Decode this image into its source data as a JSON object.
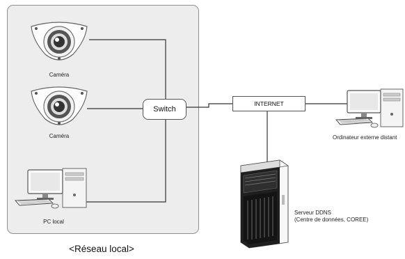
{
  "diagram": {
    "lan_caption": "<Réseau local>",
    "switch_label": "Switch",
    "internet_label": "INTERNET",
    "camera_top_label": "Caméra",
    "camera_bottom_label": "Caméra",
    "local_pc_label": "PC local",
    "remote_pc_label": "Ordinateur externe distant",
    "ddns_server_label_line1": "Serveur DDNS",
    "ddns_server_label_line2": "(Centre de données, COREE)"
  },
  "icons": {
    "camera": "dome-camera-icon",
    "pc": "desktop-pc-icon",
    "server": "tower-server-icon"
  }
}
